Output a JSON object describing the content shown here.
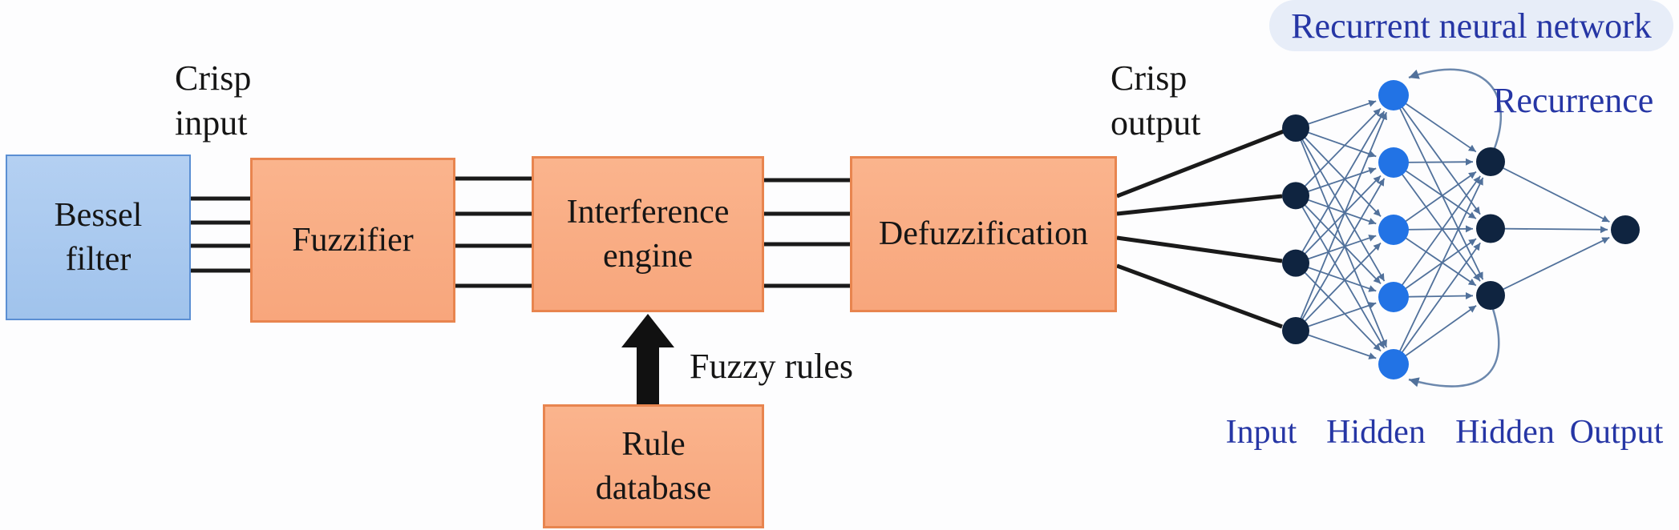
{
  "diagram": {
    "labels": {
      "crisp_input": "Crisp\ninput",
      "crisp_output": "Crisp\noutput",
      "fuzzy_rules": "Fuzzy rules"
    },
    "boxes": {
      "bessel": {
        "label": "Bessel\nfilter",
        "fill": "#a9c9ef",
        "border": "#5b8fd3"
      },
      "fuzzifier": {
        "label": "Fuzzifier",
        "fill": "#f9aa82",
        "border": "#e8854f"
      },
      "interference": {
        "label": "Interference\nengine",
        "fill": "#f9aa82",
        "border": "#e8854f"
      },
      "defuzzification": {
        "label": "Defuzzification",
        "fill": "#f9aa82",
        "border": "#e8854f"
      },
      "rule_database": {
        "label": "Rule\ndatabase",
        "fill": "#f9aa82",
        "border": "#e8854f"
      }
    },
    "parallel_signal_lines": 4,
    "line_color": "#1a1a1a"
  },
  "network": {
    "title": "Recurrent neural network",
    "title_color": "#2636a5",
    "title_bg": "#e7edf8",
    "recurrence_label": "Recurrence",
    "label_color": "#2636a5",
    "edge_color": "#51719b",
    "recurrence_arc_color": "#6c88ad",
    "layers": [
      {
        "label": "Input",
        "nodes": 4,
        "color": "#0f2440"
      },
      {
        "label": "Hidden",
        "nodes": 5,
        "color": "#2273e5"
      },
      {
        "label": "Hidden",
        "nodes": 3,
        "color": "#0f2440"
      },
      {
        "label": "Output",
        "nodes": 1,
        "color": "#0f2440"
      }
    ]
  }
}
